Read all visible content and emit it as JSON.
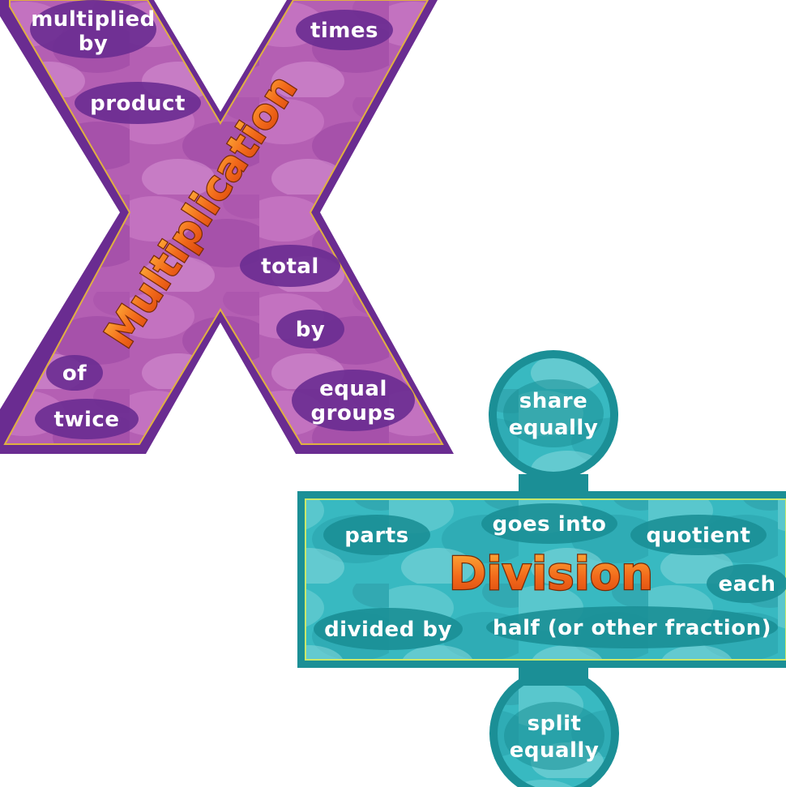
{
  "multiplication": {
    "title": "Multiplication",
    "words": {
      "multiplied_by_1": "multiplied",
      "multiplied_by_2": "by",
      "times": "times",
      "product": "product",
      "total": "total",
      "by": "by",
      "of": "of",
      "twice": "twice",
      "equal_groups_1": "equal",
      "equal_groups_2": "groups"
    }
  },
  "division": {
    "title": "Division",
    "words": {
      "share_equally_1": "share",
      "share_equally_2": "equally",
      "parts": "parts",
      "goes_into": "goes into",
      "quotient": "quotient",
      "each": "each",
      "divided_by": "divided by",
      "half": "half (or other fraction)",
      "split_equally_1": "split",
      "split_equally_2": "equally"
    }
  },
  "colors": {
    "purple_dark": "#6a2c91",
    "purple_mid": "#b25aae",
    "teal_dark": "#1b8f96",
    "teal_mid": "#35b8c0",
    "orange": "#f26a1b"
  }
}
